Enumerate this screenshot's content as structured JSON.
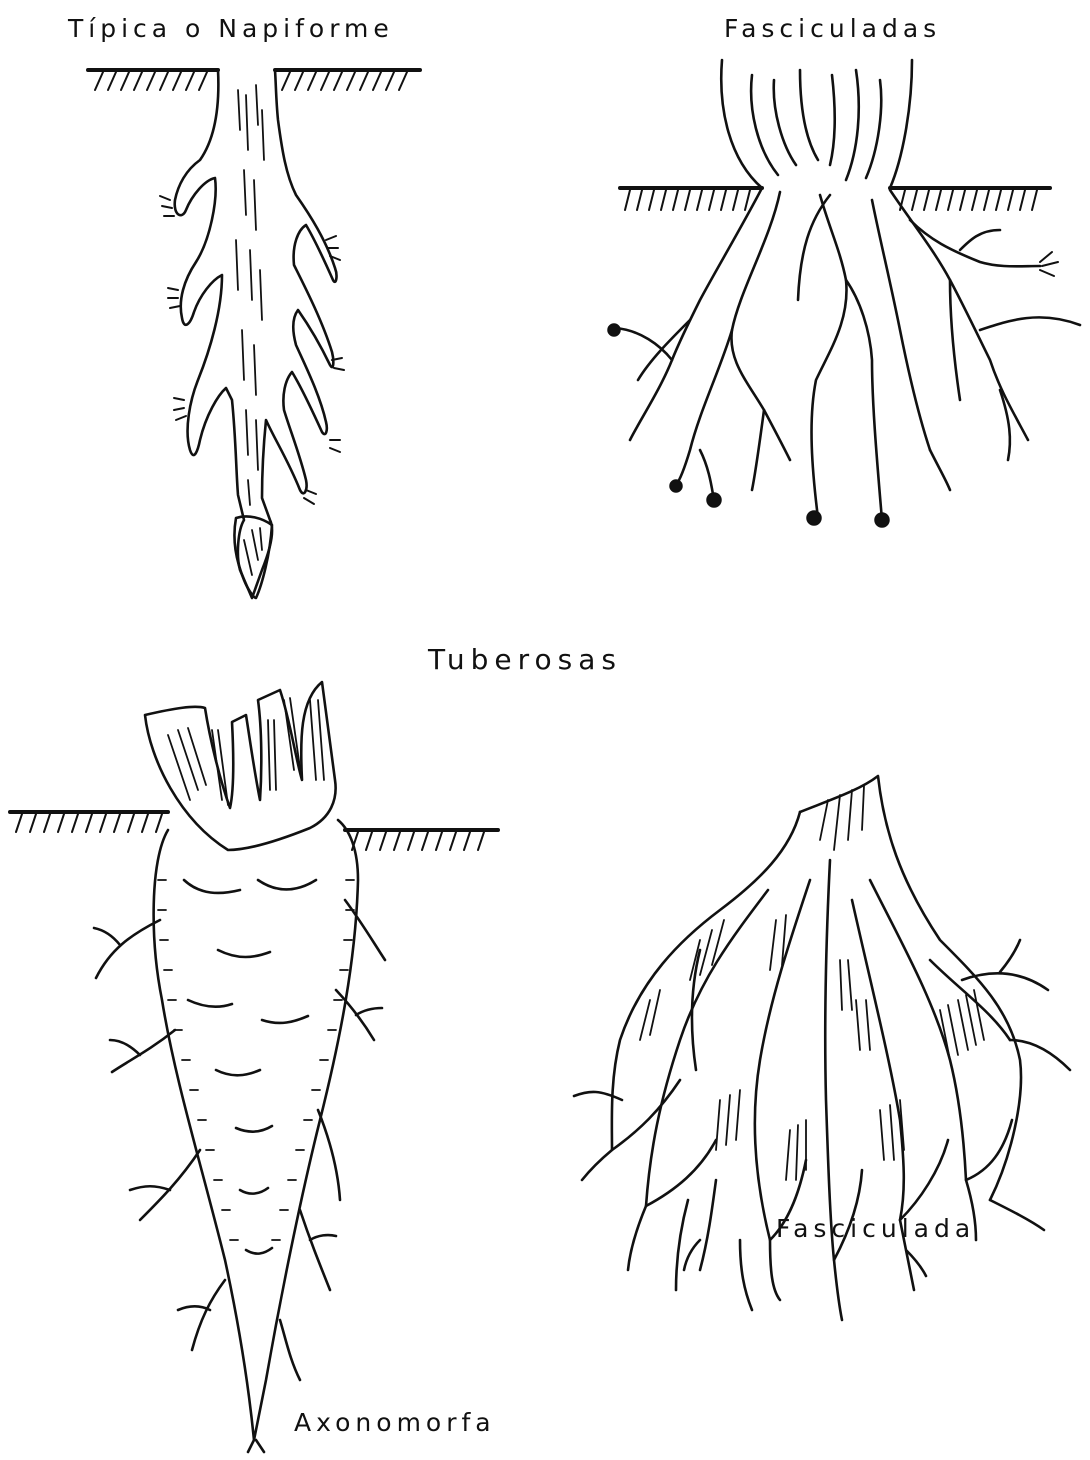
{
  "labels": {
    "tipica": "Típica o Napiforme",
    "fasciculadas": "Fasciculadas",
    "tuberosas": "Tuberosas",
    "axonomorfa": "Axonomorfa",
    "fasciculada": "Fasciculada"
  },
  "colors": {
    "ink": "#111111",
    "paper": "#ffffff"
  }
}
